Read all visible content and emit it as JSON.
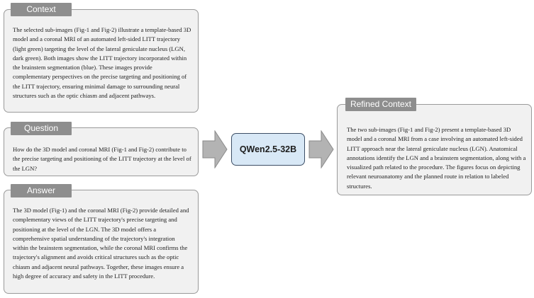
{
  "context": {
    "tag": "Context",
    "text": "The selected sub-images (Fig-1 and Fig-2) illustrate a template-based 3D model and a coronal MRI of an automated left-sided LITT trajectory (light green) targeting the level of the lateral geniculate nucleus (LGN, dark green). Both images show the LITT trajectory incorporated within the brainstem segmentation (blue). These images provide complementary perspectives on the precise targeting and positioning of the LITT trajectory, ensuring minimal damage to surrounding neural structures such as the optic chiasm and adjacent pathways."
  },
  "question": {
    "tag": "Question",
    "text": "How do the 3D model and coronal MRI (Fig-1 and Fig-2) contribute to the precise targeting and positioning of the LITT trajectory at the level of the LGN?"
  },
  "answer": {
    "tag": "Answer",
    "text": "The 3D model (Fig-1) and the coronal MRI (Fig-2) provide detailed and complementary views of the LITT trajectory's precise targeting and positioning at the level of the LGN. The 3D model offers a comprehensive spatial understanding of the trajectory's integration within the brainstem segmentation, while the coronal MRI confirms the trajectory's alignment and avoids critical structures such as the optic chiasm and adjacent neural pathways. Together, these images ensure a high degree of accuracy and safety in the LITT procedure."
  },
  "model": {
    "label": "QWen2.5-32B"
  },
  "refined_context": {
    "tag": "Refined Context",
    "text": "The two sub-images (Fig-1 and Fig-2) present a template-based 3D model and a coronal MRI from a case involving an automated left-sided LITT approach near the lateral geniculate nucleus (LGN). Anatomical annotations identify the LGN and a brainstem segmentation, along with a visualized path related to the procedure. The figures focus on depicting relevant neuroanatomy and the planned route in relation to labeled structures."
  },
  "colors": {
    "panel_fill": "#f1f1f1",
    "panel_border": "#9a9a9a",
    "tag_fill": "#8e8e8e",
    "arrow_fill": "#b3b3b3",
    "model_fill": "#d8e8f6",
    "model_border": "#3d4f66"
  }
}
